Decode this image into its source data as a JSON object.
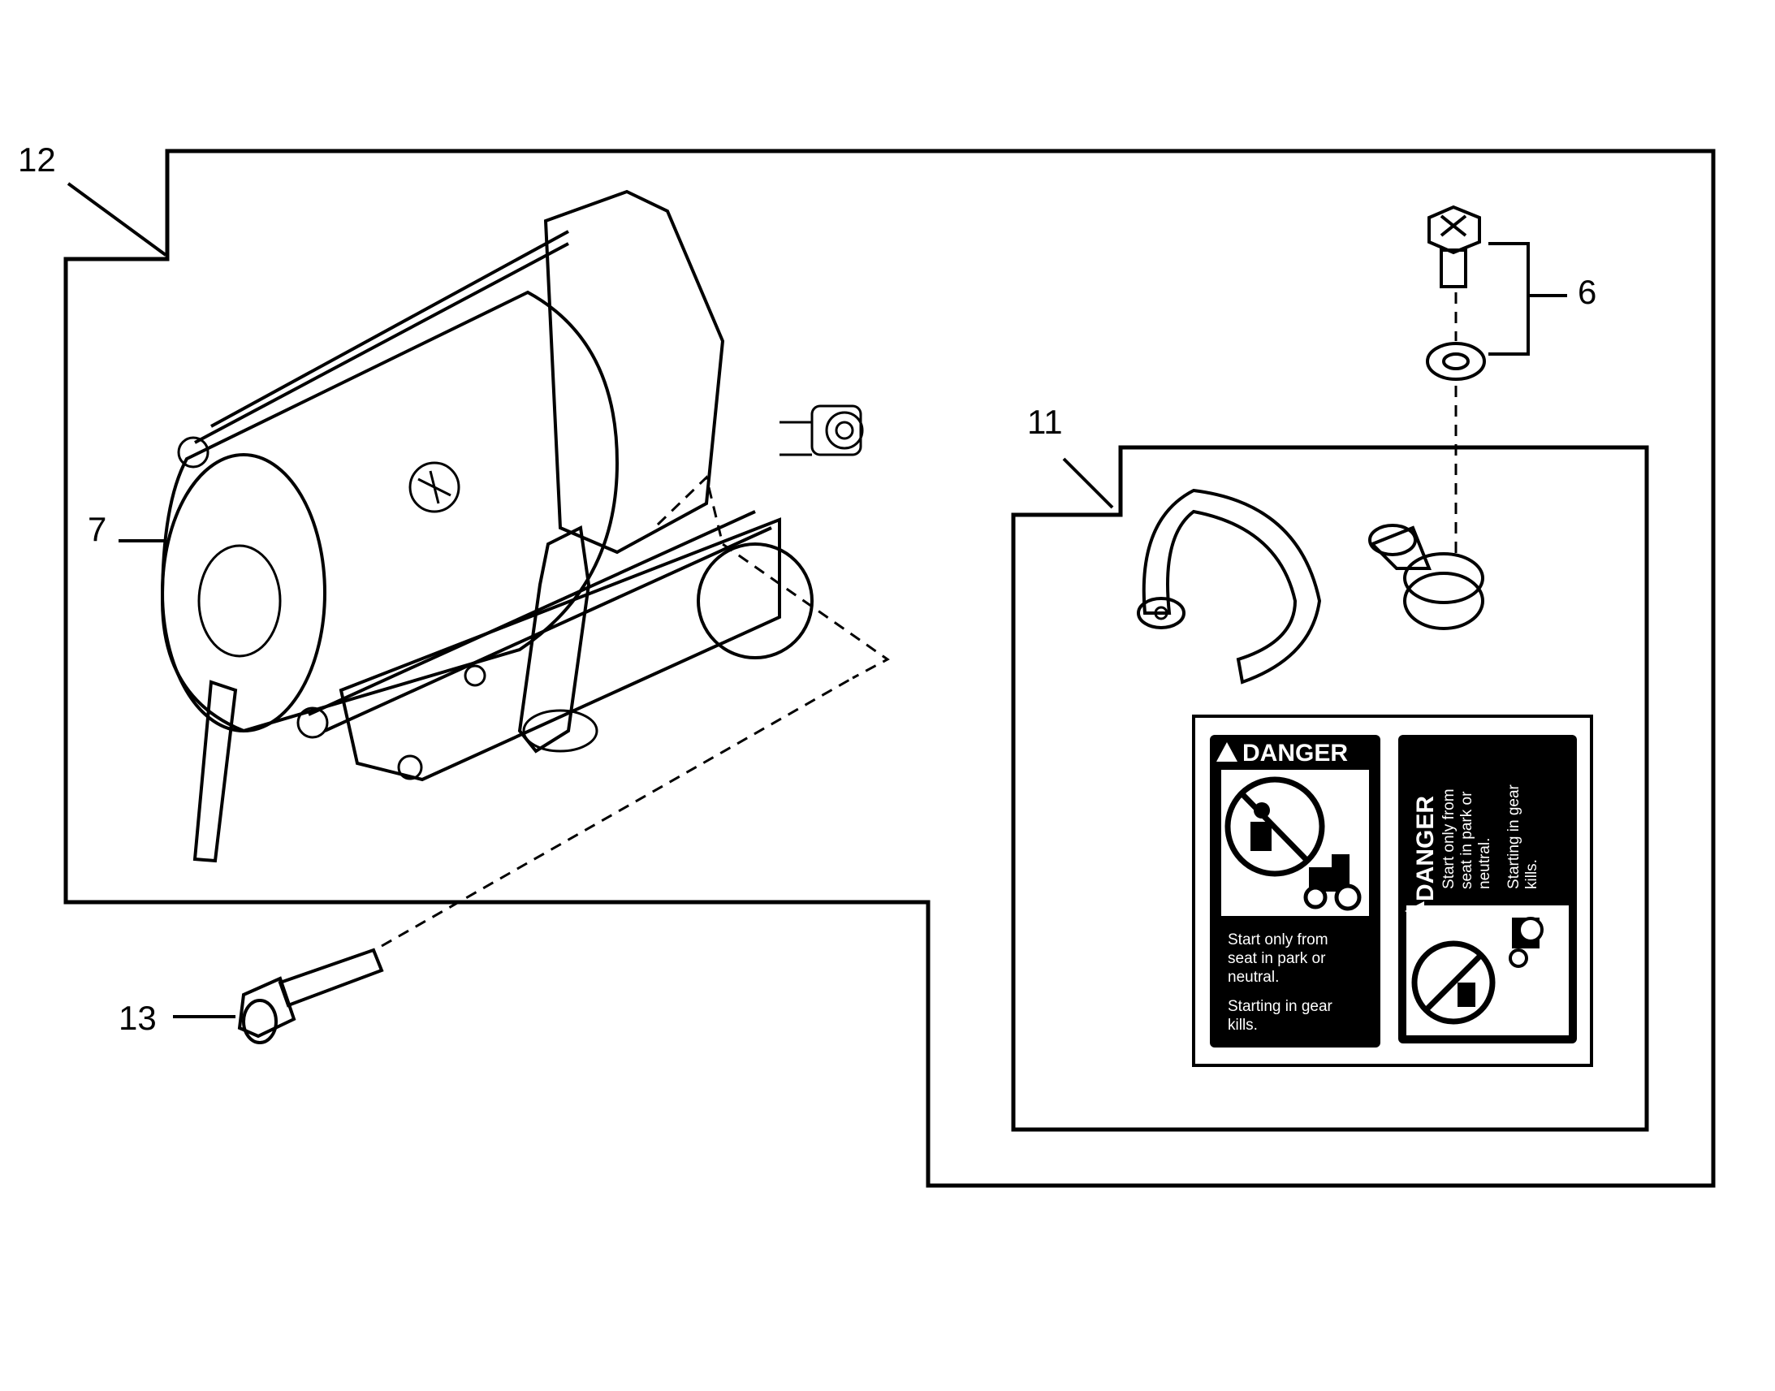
{
  "callouts": {
    "c12": "12",
    "c7": "7",
    "c6": "6",
    "c11": "11",
    "c13": "13"
  },
  "decal_left": {
    "title": "DANGER",
    "line1": "Start only from",
    "line2": "seat in park or",
    "line3": "neutral.",
    "line4": "Starting in gear",
    "line5": "kills."
  },
  "decal_right": {
    "title": "DANGER",
    "line1": "Start only from",
    "line2": "seat in park or",
    "line3": "neutral.",
    "line4": "Starting in gear",
    "line5": "kills."
  },
  "colors": {
    "ink": "#000000",
    "paper": "#ffffff",
    "stipple": "#b8b8b8"
  },
  "icons": [
    "starter-motor-icon",
    "bolt-icon",
    "lock-washer-icon",
    "cable-strap-icon",
    "terminal-boot-icon",
    "no-person-icon",
    "tractor-icon"
  ]
}
